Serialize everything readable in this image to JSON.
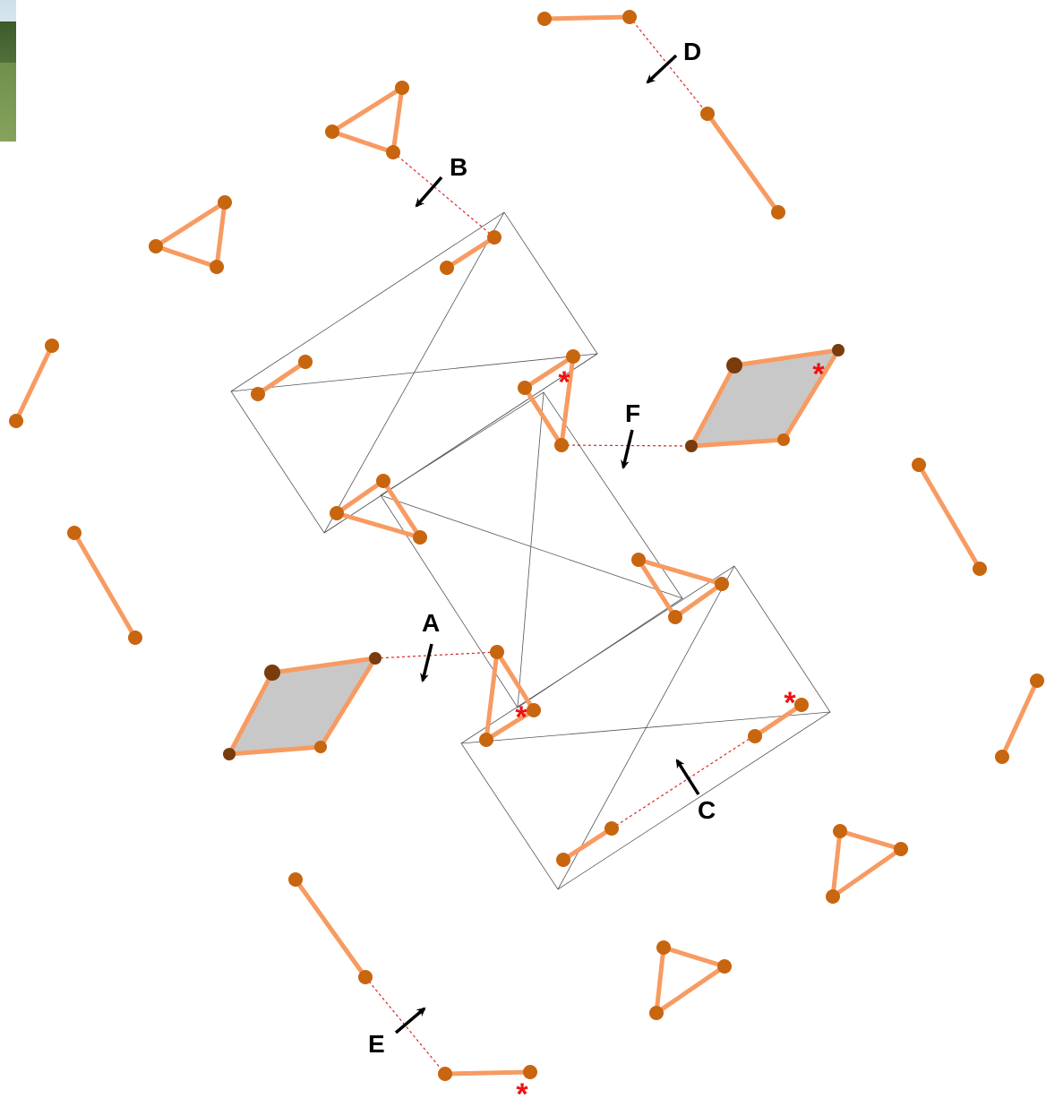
{
  "labels": {
    "a": "A",
    "b": "B",
    "c": "C",
    "d": "D",
    "e": "E",
    "f": "F"
  },
  "marker_symbol": "*",
  "photo_thumbnail": "landscape-photo",
  "colors": {
    "bond": "#f79b62",
    "atom": "#c8650f",
    "atom_dark": "#7a3c0c",
    "cell_line": "#555555",
    "dashed_link": "#dd2222",
    "marker": "#ee1111",
    "plane_fill": "#c8c8c8",
    "arrow": "#000000"
  }
}
